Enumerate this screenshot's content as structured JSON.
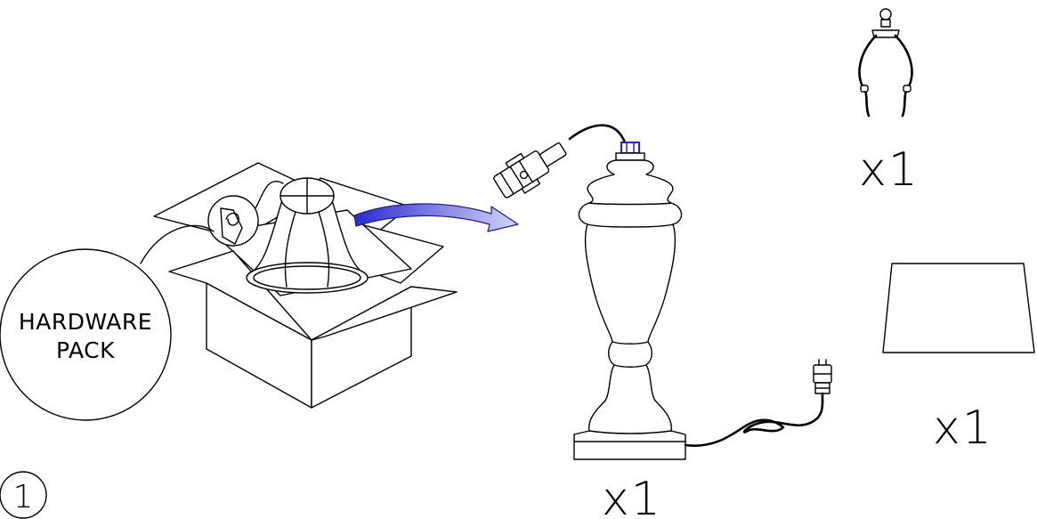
{
  "hardware_pack": {
    "line1": "HARDWARE",
    "line2": "PACK"
  },
  "step": {
    "number": "1"
  },
  "quantities": {
    "harp": "x1",
    "shade": "x1",
    "lamp_base": "x1"
  },
  "colors": {
    "arrow_start": "#2b2bd0",
    "arrow_end": "#c9cbf0",
    "socket_cap": "#2323c8",
    "line": "#000000"
  },
  "icons": [
    "box-icon",
    "lampshade-icon",
    "arrow-icon",
    "socket-icon",
    "lamp-base-icon",
    "plug-icon",
    "harp-icon",
    "shade-icon"
  ]
}
